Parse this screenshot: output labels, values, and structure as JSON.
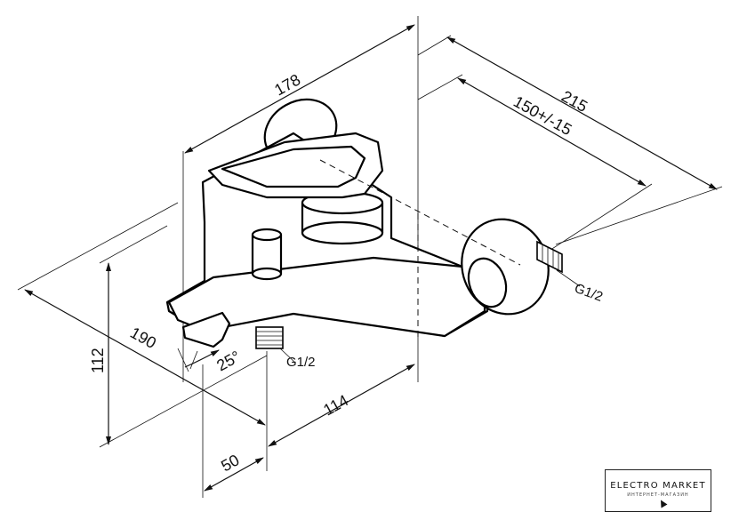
{
  "dimensions": {
    "width_total": "215",
    "width_inlet": "150+/-15",
    "length_top": "178",
    "length_spout": "190",
    "height": "112",
    "outlet_offset": "114",
    "spout_gap": "50",
    "angle": "25°",
    "thread_outlet": "G1/2",
    "thread_inlet": "G1/2"
  },
  "watermark": {
    "title": "ELECTRO MARKET",
    "subtitle": "ИНТЕРНЕТ-МАГАЗИН"
  }
}
